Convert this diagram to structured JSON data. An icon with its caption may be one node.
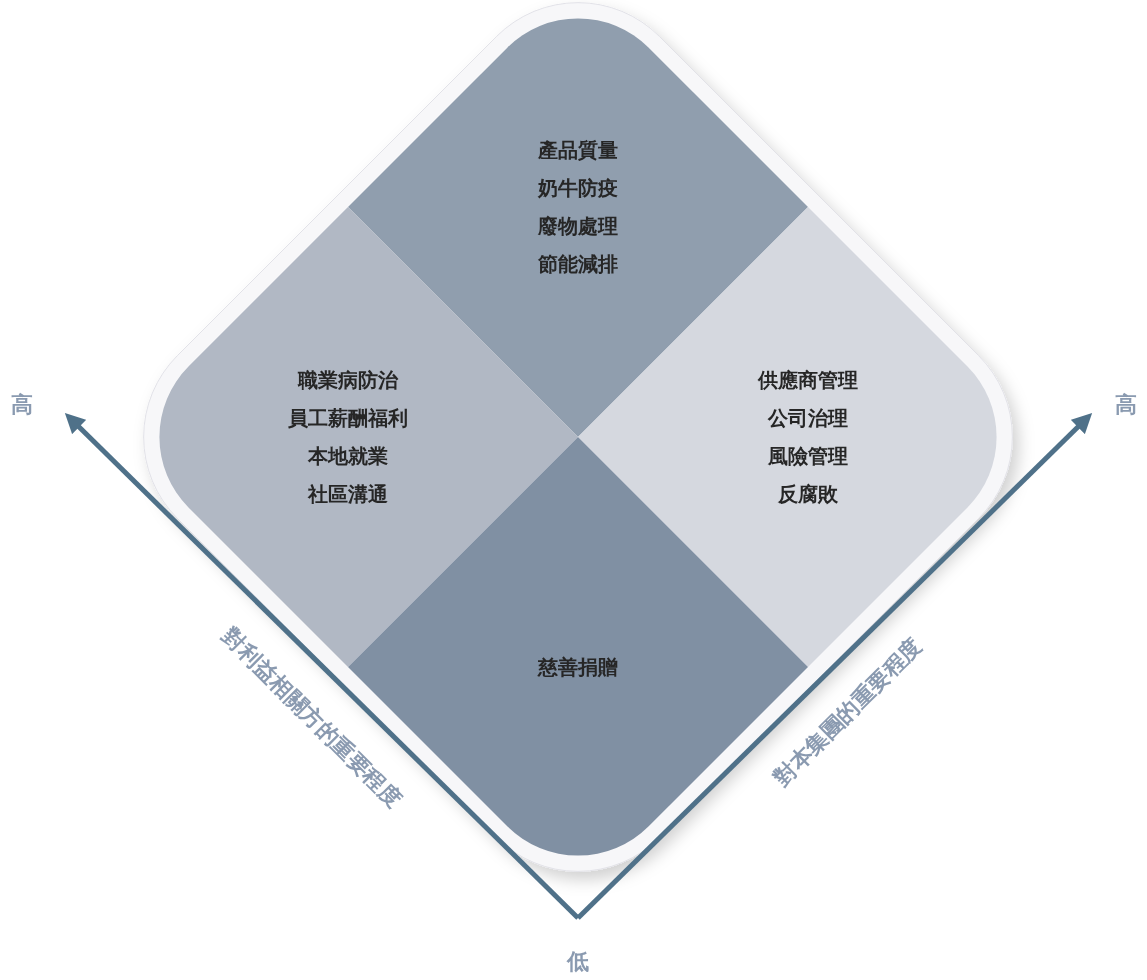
{
  "diagram": {
    "nodes": [
      {
        "text": [
          "產品質量",
          "奶牛防疫",
          "廢物處理",
          "節能減排"
        ]
      },
      {
        "text": [
          "職業病防治",
          "員工薪酬福利",
          "本地就業",
          "社區溝通"
        ]
      },
      {
        "text": [
          "供應商管理",
          "公司治理",
          "風險管理",
          "反腐敗"
        ]
      },
      {
        "text": [
          "慈善捐贈"
        ]
      }
    ],
    "labels": [
      "高",
      "高",
      "對利益相關方的重要程度",
      "對本集團的重要程度",
      "低"
    ]
  }
}
